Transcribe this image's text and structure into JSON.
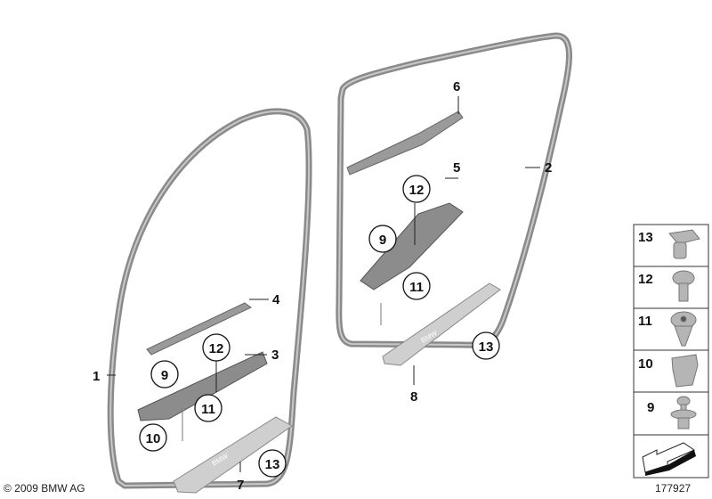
{
  "callouts": {
    "c1": "1",
    "c2": "2",
    "c3": "3",
    "c4": "4",
    "c5": "5",
    "c6": "6",
    "c7": "7",
    "c8": "8",
    "l9": "9",
    "l10": "10",
    "l11": "11",
    "l12": "12",
    "l13": "13",
    "r9": "9",
    "r11": "11",
    "r12": "12",
    "r13": "13"
  },
  "legend": {
    "items": [
      "13",
      "12",
      "11",
      "10",
      "9"
    ]
  },
  "copyright": "© 2009 BMW AG",
  "diagram_number": "177927",
  "sill_logo": "BMW"
}
